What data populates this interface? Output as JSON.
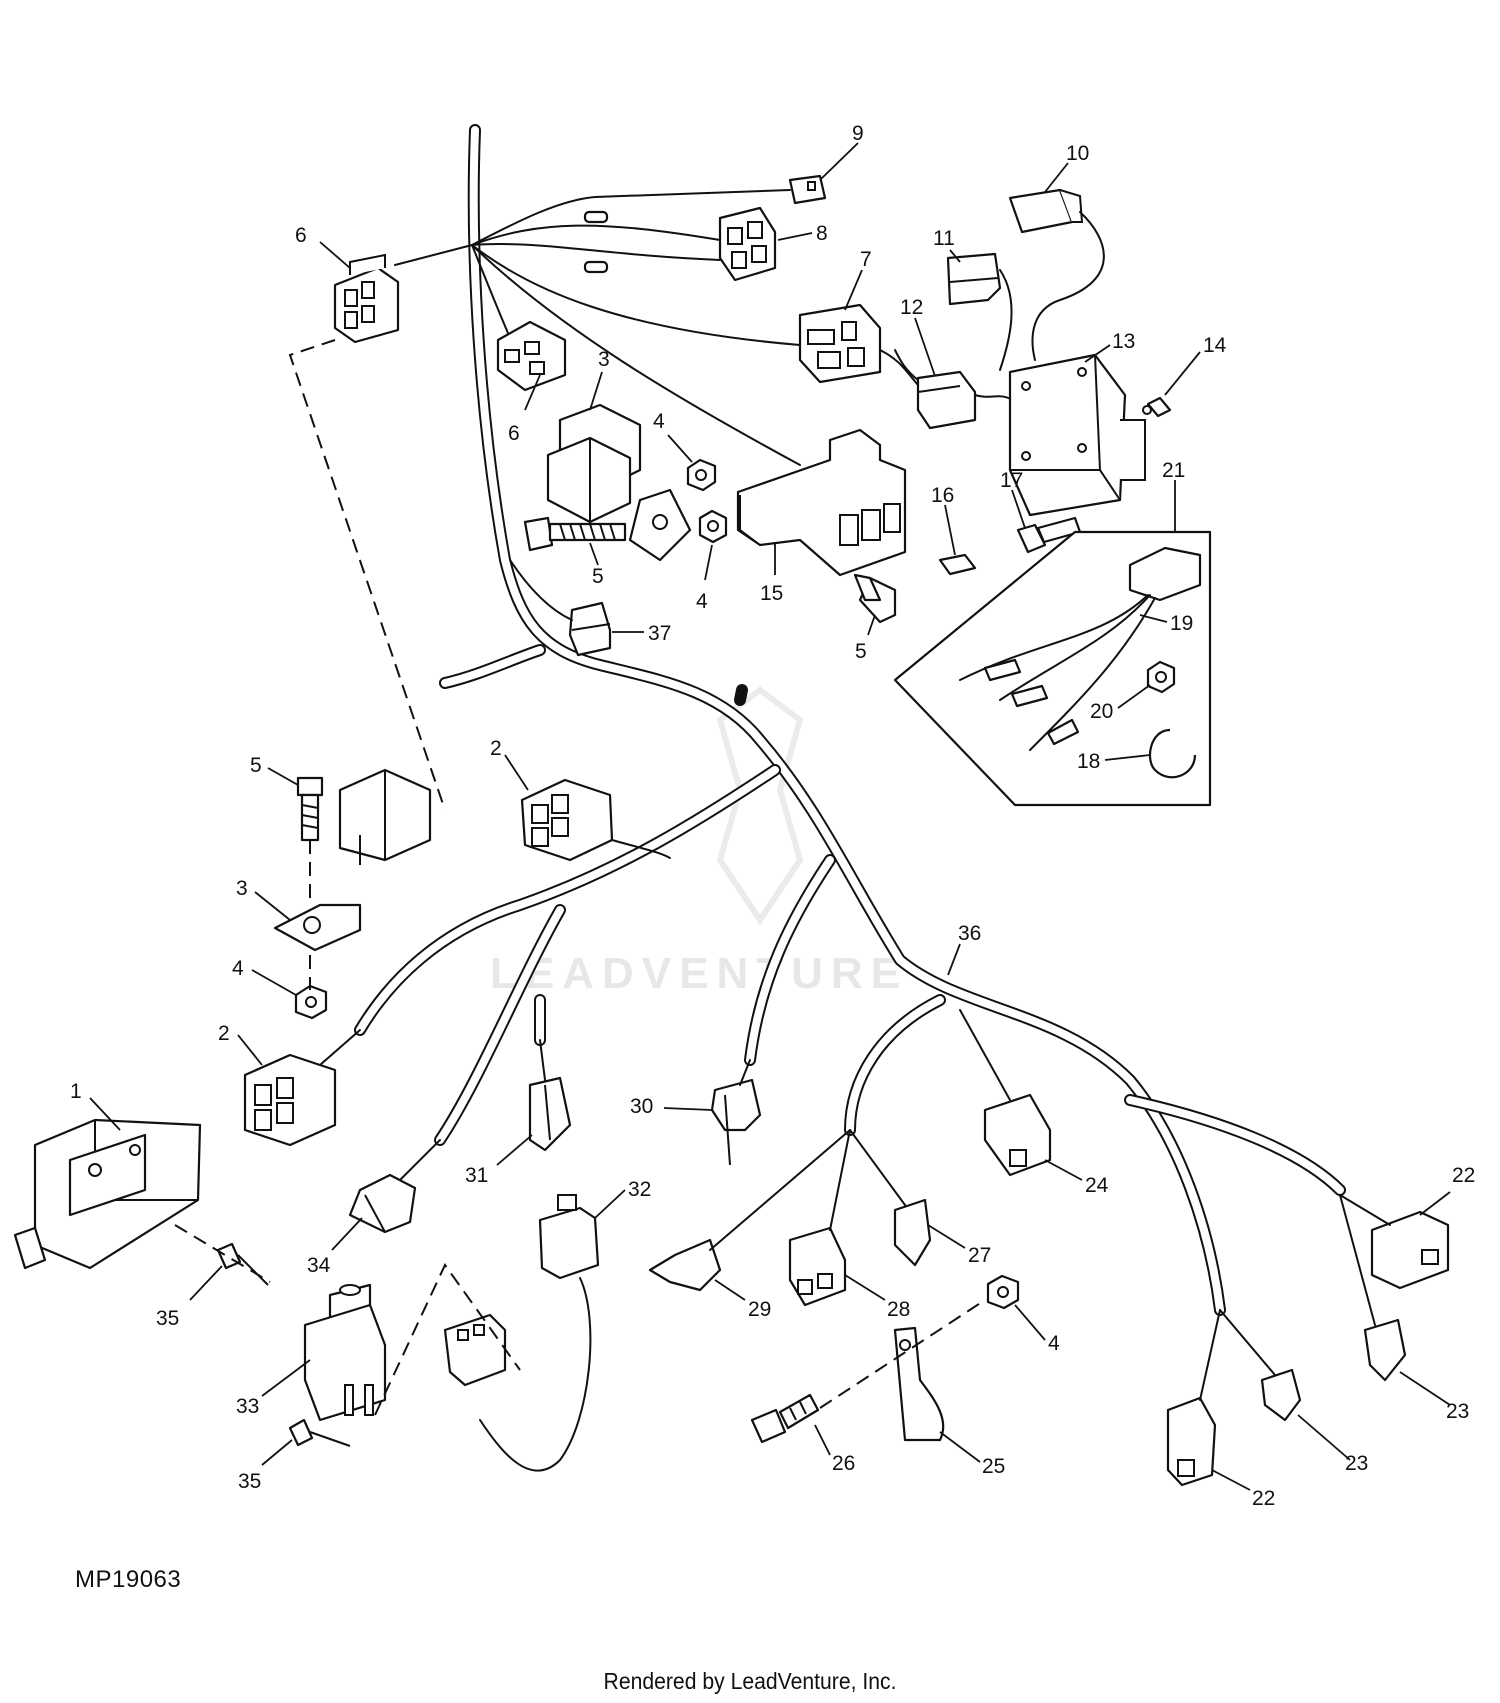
{
  "diagram": {
    "code": "MP19063",
    "credit": "Rendered by LeadVenture, Inc.",
    "watermark": "LEADVENTURE"
  },
  "callouts": {
    "c1": "1",
    "c2a": "2",
    "c2b": "2",
    "c3a": "3",
    "c3b": "3",
    "c4a": "4",
    "c4b": "4",
    "c4c": "4",
    "c4d": "4",
    "c5a": "5",
    "c5b": "5",
    "c5c": "5",
    "c6a": "6",
    "c6b": "6",
    "c7": "7",
    "c8": "8",
    "c9": "9",
    "c10": "10",
    "c11": "11",
    "c12": "12",
    "c13": "13",
    "c14": "14",
    "c15": "15",
    "c16": "16",
    "c17": "17",
    "c18": "18",
    "c19": "19",
    "c20": "20",
    "c21": "21",
    "c22a": "22",
    "c22b": "22",
    "c23a": "23",
    "c23b": "23",
    "c24": "24",
    "c25": "25",
    "c26": "26",
    "c27": "27",
    "c28": "28",
    "c29": "29",
    "c30": "30",
    "c31": "31",
    "c32": "32",
    "c33": "33",
    "c34": "34",
    "c35a": "35",
    "c35b": "35",
    "c36": "36",
    "c37": "37"
  }
}
